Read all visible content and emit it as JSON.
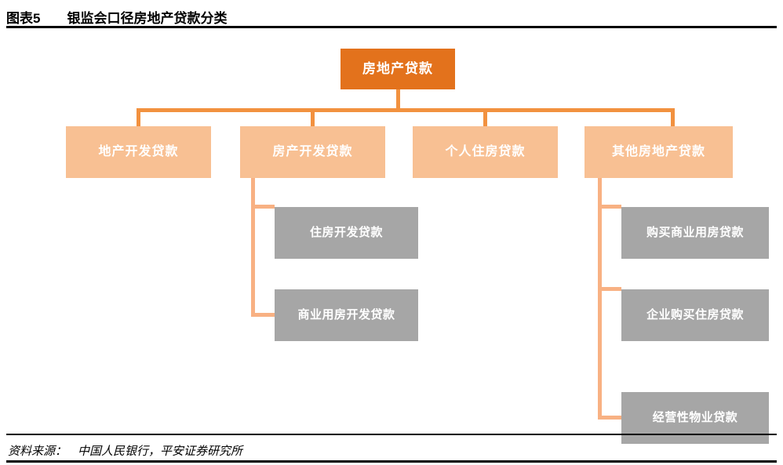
{
  "header": {
    "index": "图表5",
    "title": "银监会口径房地产贷款分类"
  },
  "footer": {
    "source_label": "资料来源：",
    "source_value": "中国人民银行，平安证券研究所"
  },
  "colors": {
    "root_fill": "#E3721C",
    "level1_fill": "#F8C093",
    "leaf_fill": "#A6A6A6",
    "connector": "#F2913F",
    "connector_light": "#F8B183",
    "text_on_fill": "#FFFFFF",
    "rule": "#000000"
  },
  "chart_data": {
    "type": "diagram",
    "subtype": "tree-hierarchy",
    "title": "银监会口径房地产贷款分类",
    "orientation": "top-down",
    "root": {
      "label": "房地产贷款",
      "children": [
        {
          "label": "地产开发贷款",
          "children": []
        },
        {
          "label": "房产开发贷款",
          "children": [
            {
              "label": "住房开发贷款"
            },
            {
              "label": "商业用房开发贷款"
            }
          ]
        },
        {
          "label": "个人住房贷款",
          "children": []
        },
        {
          "label": "其他房地产贷款",
          "children": [
            {
              "label": "购买商业用房贷款"
            },
            {
              "label": "企业购买住房贷款"
            },
            {
              "label": "经营性物业贷款"
            }
          ]
        }
      ]
    }
  },
  "nodes": {
    "root": {
      "label": "房地产贷款"
    },
    "level1": [
      {
        "label": "地产开发贷款"
      },
      {
        "label": "房产开发贷款"
      },
      {
        "label": "个人住房贷款"
      },
      {
        "label": "其他房地产贷款"
      }
    ],
    "branch_b_children": [
      {
        "label": "住房开发贷款"
      },
      {
        "label": "商业用房开发贷款"
      }
    ],
    "branch_d_children": [
      {
        "label": "购买商业用房贷款"
      },
      {
        "label": "企业购买住房贷款"
      },
      {
        "label": "经营性物业贷款"
      }
    ]
  }
}
